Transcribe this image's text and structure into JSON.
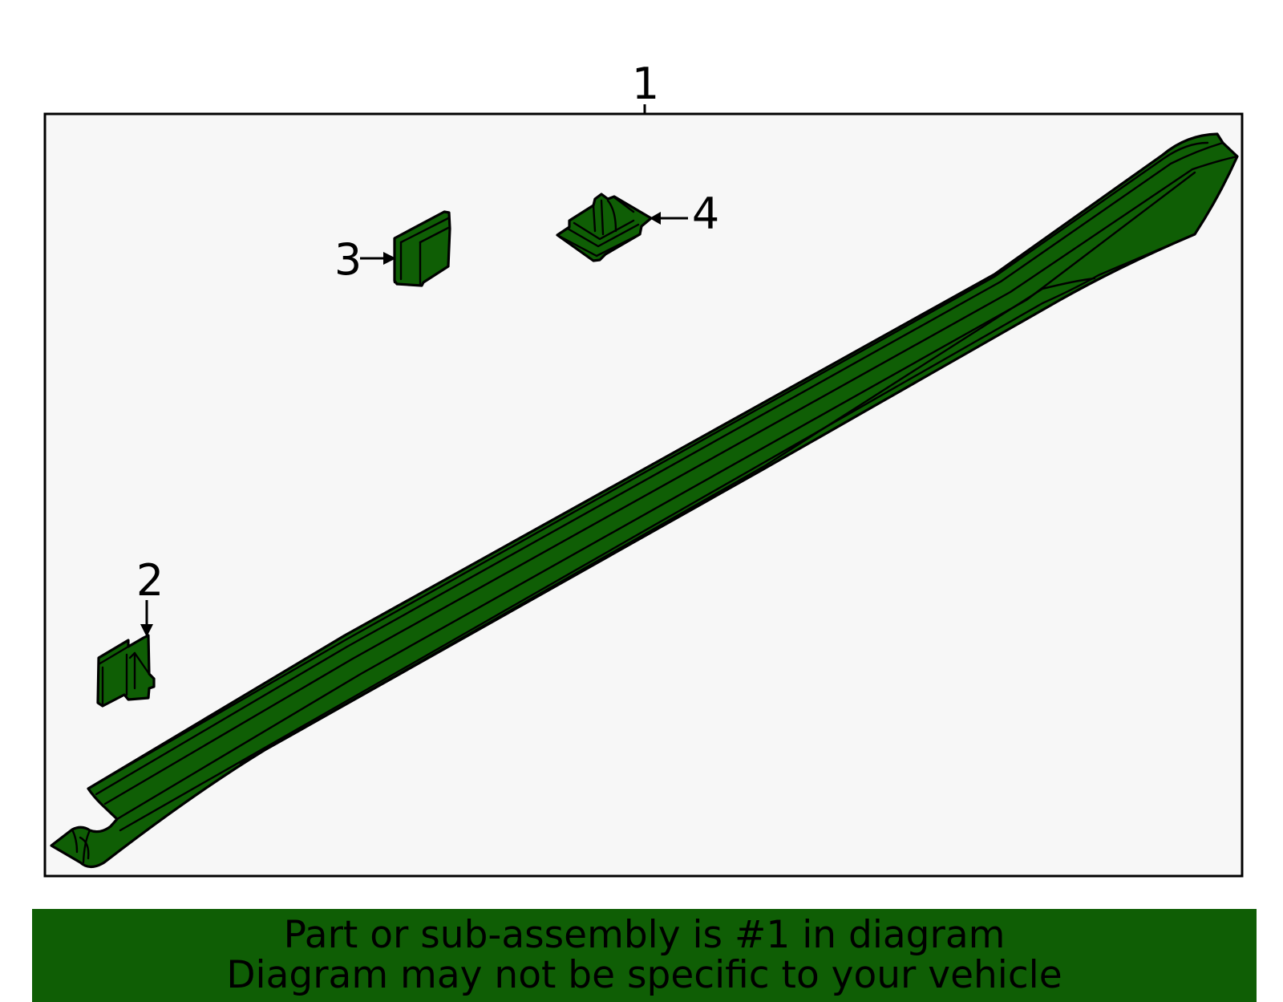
{
  "colors": {
    "part_green": "#0f5e05",
    "banner_green": "#0f5e05",
    "frame_background": "#f7f7f7",
    "outline": "#000000"
  },
  "callouts": [
    {
      "number": "1",
      "part": "rocker-molding"
    },
    {
      "number": "2",
      "part": "clip"
    },
    {
      "number": "3",
      "part": "clip"
    },
    {
      "number": "4",
      "part": "retainer-clip"
    }
  ],
  "banner": {
    "line1": "Part or sub-assembly is #1 in diagram",
    "line2": "Diagram may not be specific to your vehicle"
  }
}
